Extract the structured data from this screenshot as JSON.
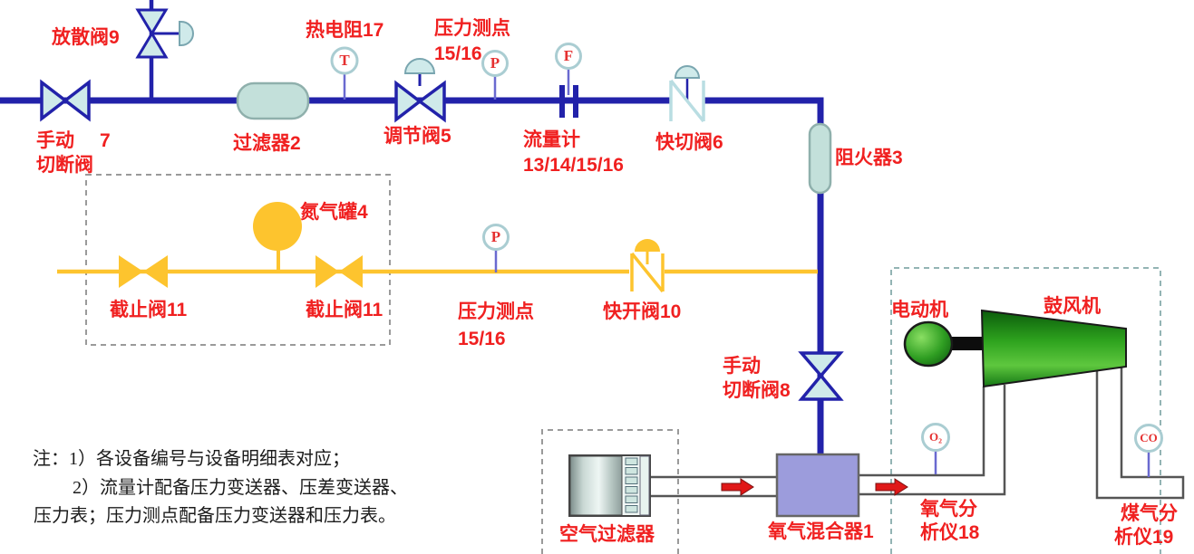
{
  "labels": {
    "vent_valve_9": "放散阀9",
    "manual_valve_7_name": "手动",
    "manual_valve_7_num": "7",
    "manual_valve_7_name2": "切断阀",
    "filter_2": "过滤器2",
    "thermal_resistor_17": "热电阻17",
    "pressure_point_top_1": "压力测点",
    "pressure_point_top_2": "15/16",
    "control_valve_5": "调节阀5",
    "flow_meter_1": "流量计",
    "flow_meter_2": "13/14/15/16",
    "quick_cut_valve_6": "快切阀6",
    "flame_arrester_3": "阻火器3",
    "stop_valve_11_left": "截止阀11",
    "nitrogen_tank_4": "氮气罐4",
    "stop_valve_11_right": "截止阀11",
    "pressure_point_mid_1": "压力测点",
    "pressure_point_mid_2": "15/16",
    "quick_open_valve_10": "快开阀10",
    "manual_valve_8_1": "手动",
    "manual_valve_8_2": "切断阀8",
    "motor": "电动机",
    "blower": "鼓风机",
    "air_filter": "空气过滤器",
    "oxygen_mixer_1": "氧气混合器1",
    "oxygen_analyzer_1": "氧气分",
    "oxygen_analyzer_2": "析仪18",
    "gas_analyzer_1": "煤气分",
    "gas_analyzer_2": "析仪19"
  },
  "instruments": {
    "temperature": "T",
    "pressure_top": "P",
    "flow": "F",
    "pressure_mid": "P",
    "oxygen": "O₂",
    "carbon_monoxide": "CO"
  },
  "notes": {
    "line1": "注：1）各设备编号与设备明细表对应；",
    "line2": "2）流量计配备压力变送器、压差变送器、",
    "line3": "压力表；压力测点配备压力变送器和压力表。"
  },
  "colors": {
    "pipe_blue": "#2222aa",
    "nitrogen_yellow": "#fdc42e",
    "label_red": "#f02020",
    "equipment_fill": "#cfeaea",
    "capsule_fill": "#c3e0da",
    "blower_green": "#2ea31e",
    "mixer_purple": "#9c9cdc",
    "arrow_red": "#e01818",
    "air_pipe_gray": "#555555"
  }
}
